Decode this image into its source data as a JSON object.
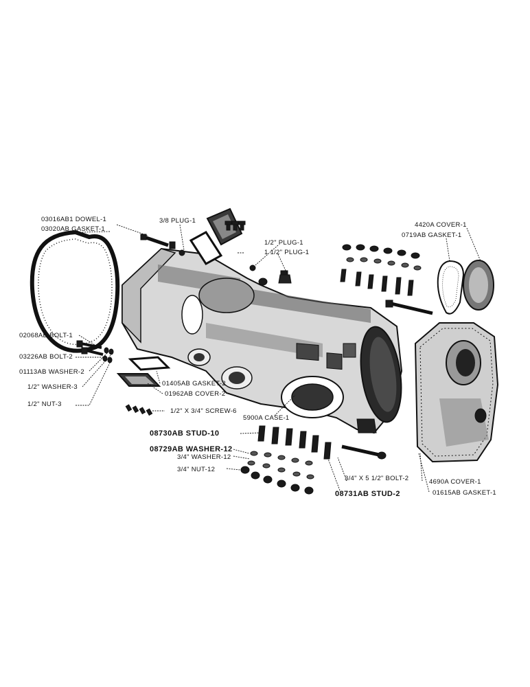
{
  "labels": {
    "dowel": "03016AB1 DOWEL-1",
    "gasket_main": "03020AB GASKET-1",
    "plug_38": "3/8 PLUG-1",
    "plug_12": "1/2\" PLUG-1",
    "plug_112": "1 1/2\" PLUG-1",
    "cover_4420": "4420A COVER-1",
    "gasket_0719": "0719AB GASKET-1",
    "bolt_02068": "02068AB BOLT-1",
    "bolt_03226": "03226AB BOLT-2",
    "washer_01113": "01113AB WASHER-2",
    "washer_12": "1/2\" WASHER-3",
    "nut_12": "1/2\" NUT-3",
    "gasket_01405": "01405AB GASKET-2",
    "cover_01962": "01962AB COVER-2",
    "screw": "1/2\" X 3/4\" SCREW-6",
    "case": "5900A CASE-1",
    "stud_08730": "08730AB STUD-10",
    "washer_08729": "08729AB WASHER-12",
    "washer_34": "3/4\" WASHER-12",
    "nut_34": "3/4\" NUT-12",
    "bolt_34": "3/4\" X 5 1/2\" BOLT-2",
    "stud_08731": "08731AB STUD-2",
    "cover_4690": "4690A COVER-1",
    "gasket_01615": "01615AB GASKET-1"
  }
}
